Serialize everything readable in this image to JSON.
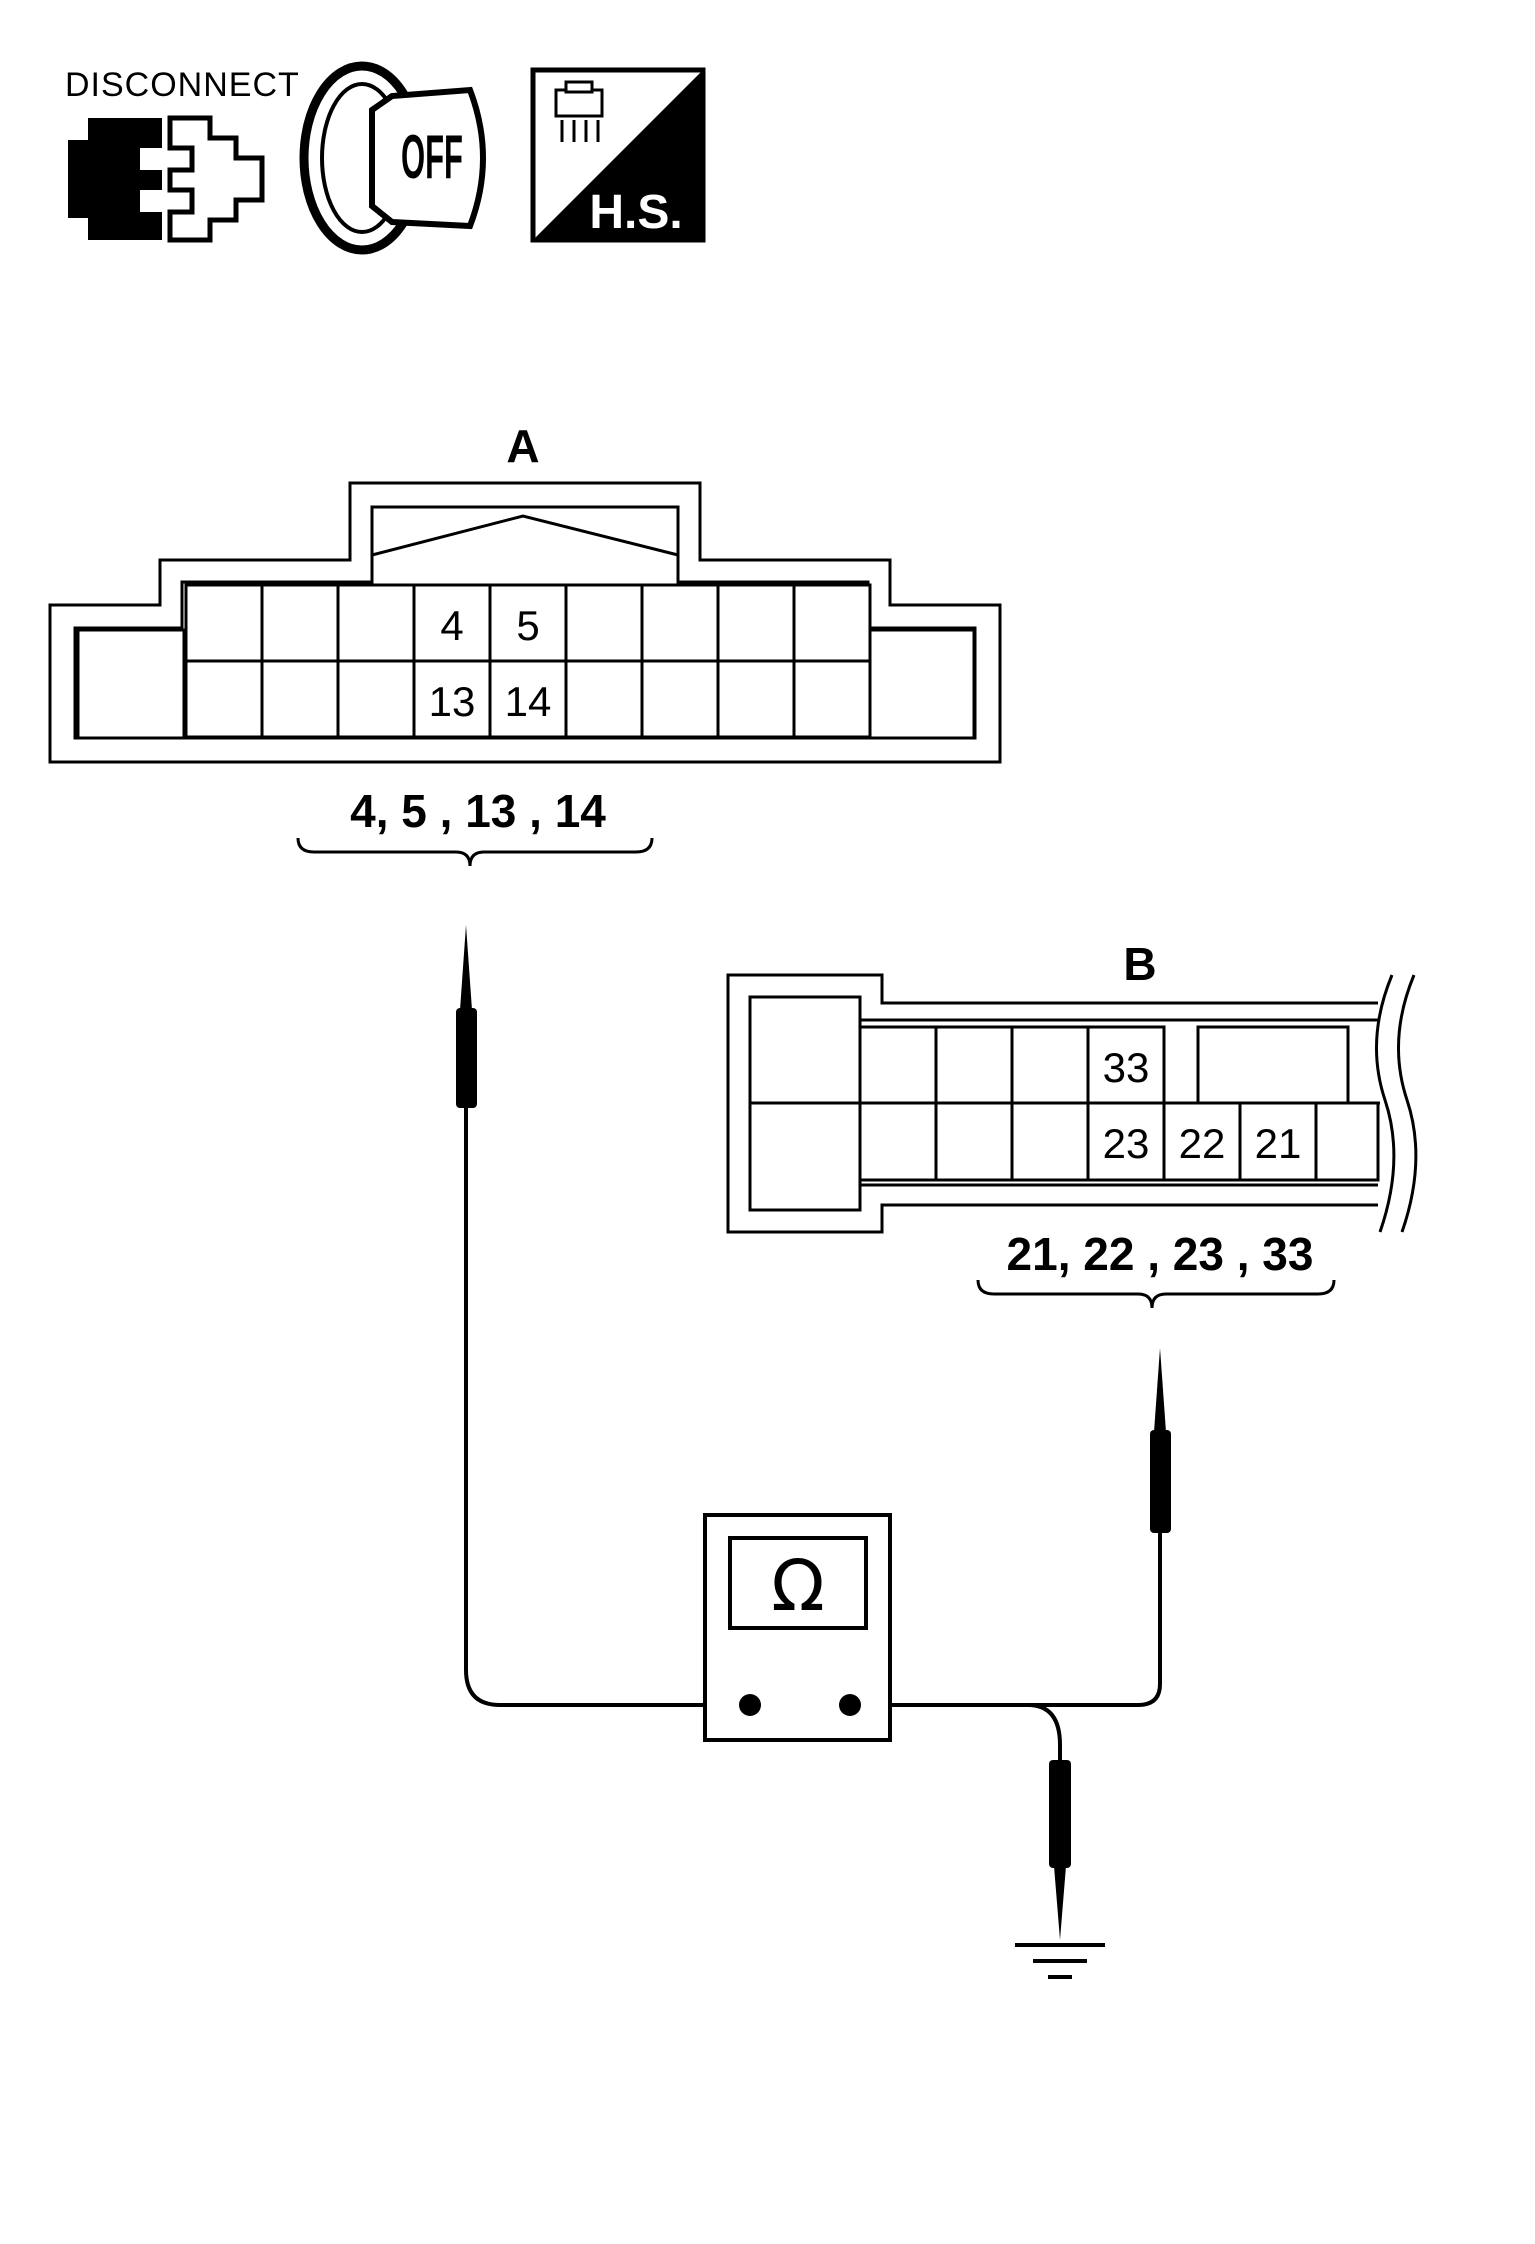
{
  "icons": {
    "disconnect_label": "DISCONNECT",
    "ignition_label": "OFF",
    "harness_side_label": "H.S."
  },
  "connector_a": {
    "label": "A",
    "pins": {
      "p4": "4",
      "p5": "5",
      "p13": "13",
      "p14": "14"
    },
    "pin_list": "4,  5 , 13 , 14"
  },
  "connector_b": {
    "label": "B",
    "pins": {
      "p33": "33",
      "p23": "23",
      "p22": "22",
      "p21": "21"
    },
    "pin_list": "21,  22 , 23 , 33"
  },
  "meter": {
    "symbol": "Ω"
  },
  "icon_names": [
    "disconnect-connector-icon",
    "ignition-key-off-icon",
    "harness-side-icon",
    "ground-symbol-icon"
  ]
}
